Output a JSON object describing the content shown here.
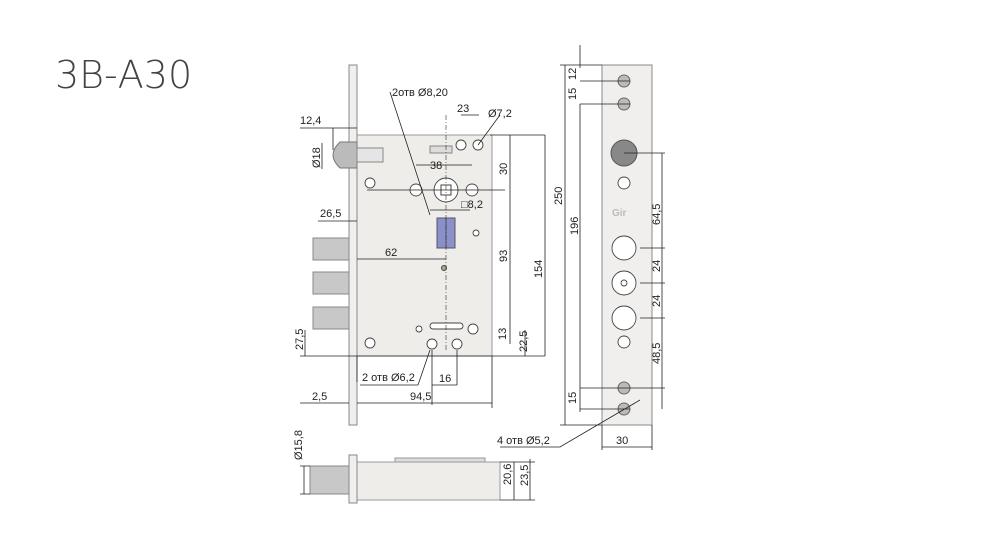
{
  "title": "3В-А30",
  "colors": {
    "body": "#efedea",
    "keyhole": "#8a90c8",
    "line": "#222222"
  },
  "front_view": {
    "dims": {
      "latch_offset": "12,4",
      "latch_dia": "Ø18",
      "holes_top": "2отв  Ø8,20",
      "d23": "23",
      "hole_dia_top": "Ø7,2",
      "d38": "38",
      "d30": "30",
      "spindle": "□8,2",
      "bolt_len": "26,5",
      "backset": "62",
      "d93": "93",
      "d154": "154",
      "d27_5": "27,5",
      "d13": "13",
      "d22_5": "22,5",
      "holes_bottom": "2 отв  Ø6,2",
      "d16": "16",
      "d2_5": "2,5",
      "d94_5": "94,5"
    }
  },
  "bottom_view": {
    "dims": {
      "bolt_dia": "Ø15,8",
      "d20_6": "20,6",
      "d23_5": "23,5"
    }
  },
  "faceplate_view": {
    "dims": {
      "d12": "12",
      "d15_top": "15",
      "d250": "250",
      "d196": "196",
      "d64_5": "64,5",
      "d24a": "24",
      "d24b": "24",
      "d48_5": "48,5",
      "d15_bottom": "15",
      "holes": "4 отв  Ø5,2",
      "width": "30"
    },
    "logo": "Gir"
  }
}
